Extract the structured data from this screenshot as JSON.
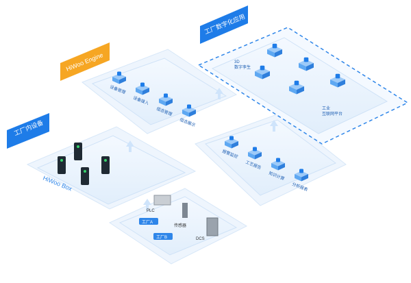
{
  "banners": {
    "factory_devices": "工厂内设备",
    "engine": "HiWoo Engine",
    "digital_apps": "工厂数字化应用"
  },
  "box_label": "HiWoo Box",
  "engine_items": [
    "设备管理",
    "设备接入",
    "组态管理",
    "组态展示"
  ],
  "process_items": [
    "报警监控",
    "工艺报告",
    "知识计算",
    "分析报表"
  ],
  "digital_items": {
    "twin": "3D\n数字孪生",
    "platform": "工业\n互联网平台"
  },
  "field_devices": {
    "plc": "PLC",
    "meter": "传感器",
    "dcs": "DCS",
    "factory_a": "工厂A",
    "factory_b": "工厂B"
  },
  "colors": {
    "accent": "#1e7ce8",
    "engine": "#f6a623",
    "plate": "#eaf3fc",
    "cube": "#2f86e9"
  }
}
